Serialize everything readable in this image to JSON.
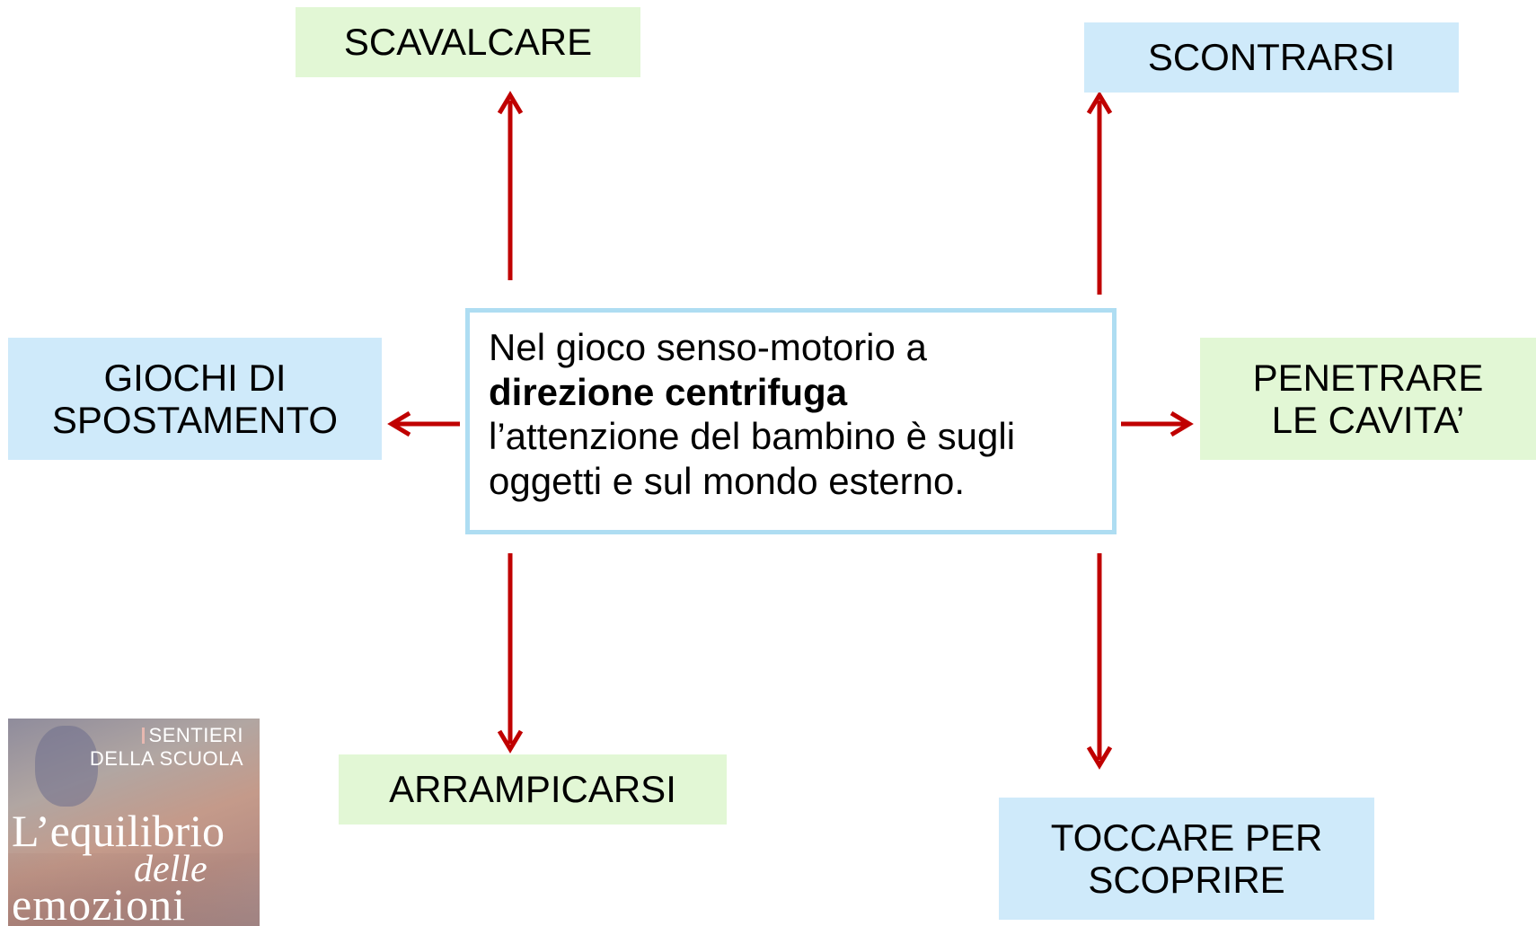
{
  "center": {
    "line1": "Nel gioco senso-motorio a",
    "line2": "direzione centrifuga",
    "line3": "l’attenzione del bambino è sugli",
    "line4": "oggetti e sul mondo esterno."
  },
  "nodes": {
    "scavalcare": {
      "line1": "SCAVALCARE"
    },
    "scontrarsi": {
      "line1": "SCONTRARSI"
    },
    "giochi": {
      "line1": "GIOCHI DI",
      "line2": "SPOSTAMENTO"
    },
    "penetrare": {
      "line1": "PENETRARE",
      "line2": "LE CAVITA’"
    },
    "arrampicarsi": {
      "line1": "ARRAMPICARSI"
    },
    "toccare": {
      "line1": "TOCCARE PER",
      "line2": "SCOPRIRE"
    }
  },
  "book": {
    "series_line1": "SENTIERI",
    "series_line2": "DELLA SCUOLA",
    "title_line1": "L’equilibrio",
    "title_line2": "delle",
    "title_line3": "emozioni"
  },
  "colors": {
    "arrow": "#c00000",
    "green_box": "#e2f7d5",
    "blue_box": "#cfeafa",
    "center_border": "#aeddf2"
  }
}
